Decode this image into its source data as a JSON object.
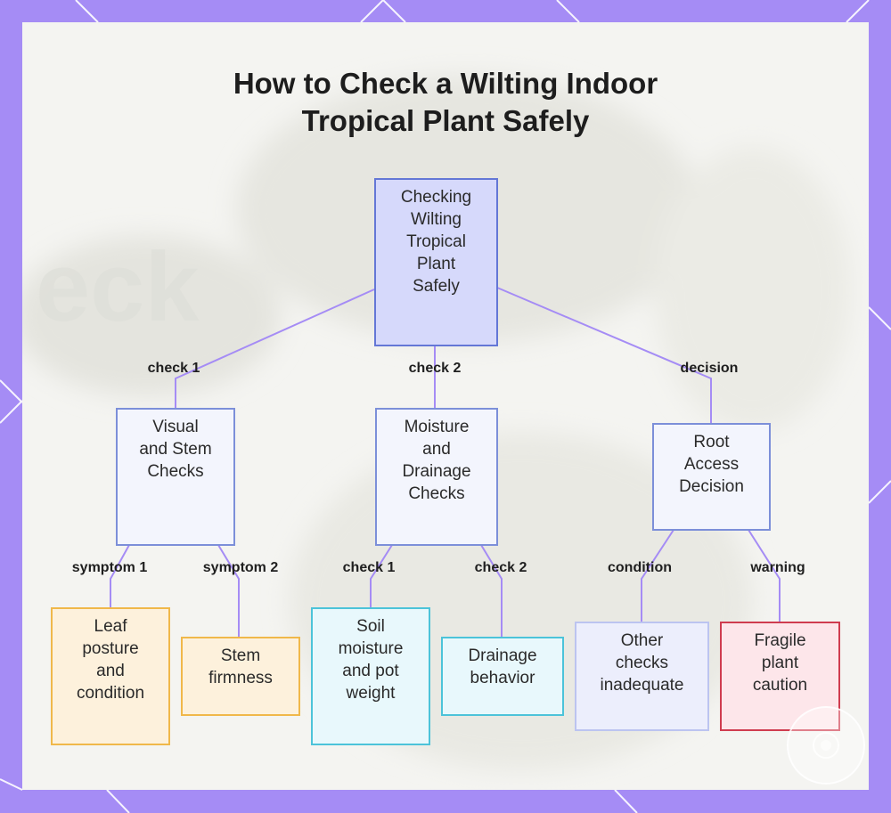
{
  "title_lines": [
    "How to Check a Wilting Indoor",
    "Tropical Plant Safely"
  ],
  "nodes": {
    "root": {
      "lines": [
        "Checking",
        "Wilting",
        "Tropical",
        "Plant",
        "Safely"
      ]
    },
    "visual": {
      "lines": [
        "Visual",
        "and Stem",
        "Checks"
      ]
    },
    "moisture": {
      "lines": [
        "Moisture",
        "and",
        "Drainage",
        "Checks"
      ]
    },
    "rootaccess": {
      "lines": [
        "Root",
        "Access",
        "Decision"
      ]
    },
    "leaf": {
      "lines": [
        "Leaf",
        "posture",
        "and",
        "condition"
      ]
    },
    "stem": {
      "lines": [
        "Stem",
        "firmness"
      ]
    },
    "soil": {
      "lines": [
        "Soil",
        "moisture",
        "and pot",
        "weight"
      ]
    },
    "drainage": {
      "lines": [
        "Drainage",
        "behavior"
      ]
    },
    "other": {
      "lines": [
        "Other",
        "checks",
        "inadequate"
      ]
    },
    "fragile": {
      "lines": [
        "Fragile",
        "plant",
        "caution"
      ]
    }
  },
  "edge_labels": {
    "check1": "check 1",
    "check2": "check 2",
    "decision": "decision",
    "symptom1": "symptom 1",
    "symptom2": "symptom 2",
    "moisture_check1": "check 1",
    "moisture_check2": "check 2",
    "condition": "condition",
    "warning": "warning"
  },
  "colors": {
    "frame": "#a58cf5",
    "connector": "#a58cf5",
    "root_fill": "#d6d9fb",
    "root_border": "#6477d6",
    "level1_fill": "#f3f5fd",
    "level1_border": "#7c8fd9",
    "orange_fill": "#fdf1dc",
    "orange_border": "#f0b84a",
    "cyan_fill": "#e8f8fc",
    "cyan_border": "#4cc3d9",
    "lavender_fill": "#eceefc",
    "lavender_border": "#bcc4f0",
    "red_fill": "#fde6ea",
    "red_border": "#cf3c4f"
  }
}
